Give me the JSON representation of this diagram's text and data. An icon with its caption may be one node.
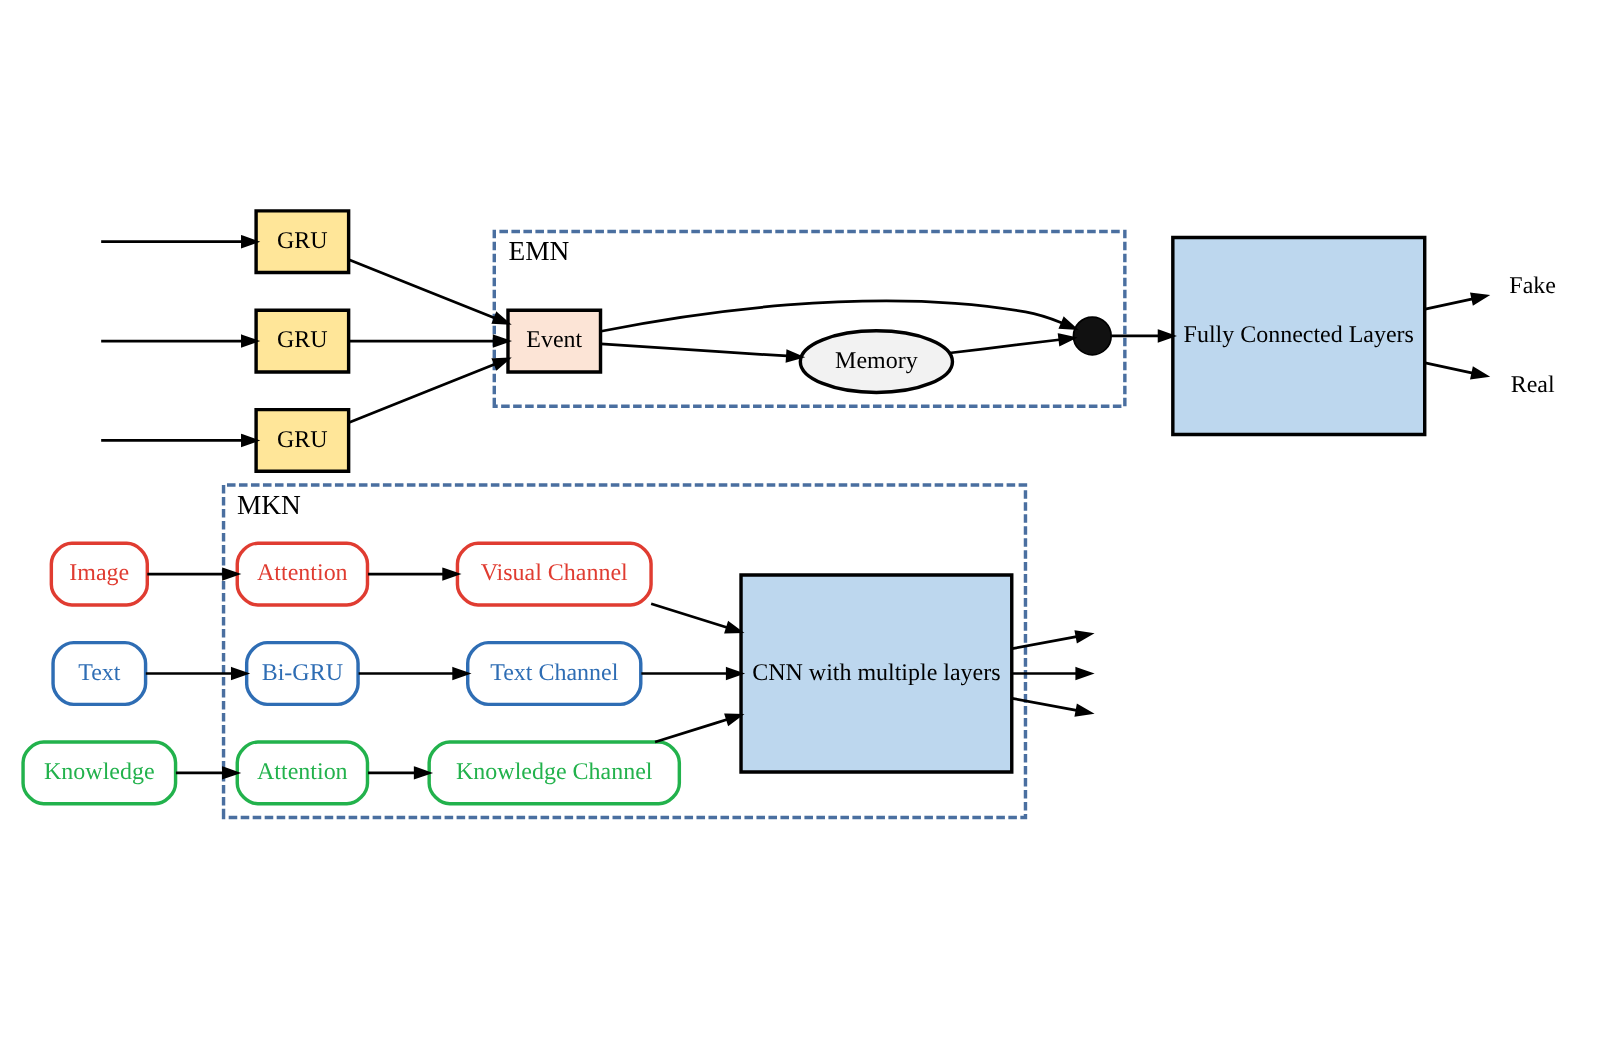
{
  "diagram": {
    "nodes": [
      {
        "text": [
          "MKN"
        ]
      },
      {
        "text": [
          "Image"
        ]
      },
      {
        "text": [
          "Text"
        ]
      },
      {
        "text": [
          "Knowledge"
        ]
      },
      {
        "text": [
          "Attention"
        ],
        "in": 0
      },
      {
        "text": [
          "Bi-GRU"
        ],
        "in": 0
      },
      {
        "text": [
          "Attention"
        ],
        "in": 0
      },
      {
        "text": [
          "Visual Channel"
        ],
        "in": 0
      },
      {
        "text": [
          "Text Channel"
        ],
        "in": 0
      },
      {
        "text": [
          "Knowledge Channel"
        ],
        "in": 0
      },
      {
        "text": [
          "CNN with multiple layers"
        ],
        "in": 0
      },
      {
        "text": [
          "Fake"
        ]
      },
      {
        "text": [
          "Real"
        ]
      },
      {
        "text": [
          "Fully Connected Layers"
        ]
      },
      {
        "text": [
          "EMN"
        ]
      },
      {
        "text": [
          "Memory"
        ],
        "in": 14
      },
      {
        "text": [],
        "shape": "circle",
        "in": 14
      },
      {
        "text": [
          "Event"
        ],
        "in": 14
      },
      {
        "text": [
          "GRU"
        ]
      },
      {
        "text": [
          "GRU"
        ]
      },
      {
        "text": [
          "GRU"
        ]
      }
    ],
    "edges": [
      {
        "from": 1,
        "to": 4,
        "arrow": "to"
      },
      {
        "from": 4,
        "to": 7,
        "arrow": "to"
      },
      {
        "from": 2,
        "to": 5,
        "arrow": "to"
      },
      {
        "from": 5,
        "to": 8,
        "arrow": "to"
      },
      {
        "from": 3,
        "to": 6,
        "arrow": "to"
      },
      {
        "from": 6,
        "to": 9,
        "arrow": "to"
      },
      {
        "from": 7,
        "to": 10,
        "arrow": "to"
      },
      {
        "from": 8,
        "to": 10,
        "arrow": "to"
      },
      {
        "from": 9,
        "to": 10,
        "arrow": "to"
      },
      {
        "from": 10,
        "to": null,
        "arrow": "to"
      },
      {
        "from": 10,
        "to": null,
        "arrow": "to"
      },
      {
        "from": 10,
        "to": null,
        "arrow": "to"
      },
      {
        "from": null,
        "to": 18,
        "arrow": "to"
      },
      {
        "from": null,
        "to": 19,
        "arrow": "to"
      },
      {
        "from": null,
        "to": 20,
        "arrow": "to"
      },
      {
        "from": 18,
        "to": 17,
        "arrow": "to"
      },
      {
        "from": 19,
        "to": 17,
        "arrow": "to"
      },
      {
        "from": 20,
        "to": 17,
        "arrow": "to"
      },
      {
        "from": 17,
        "to": 15,
        "arrow": "to"
      },
      {
        "from": 15,
        "to": 16,
        "arrow": "to"
      },
      {
        "from": 17,
        "to": 16,
        "arrow": "to"
      },
      {
        "from": 16,
        "to": 13,
        "arrow": "to"
      },
      {
        "from": 13,
        "to": 11,
        "arrow": "to"
      },
      {
        "from": 13,
        "to": 12,
        "arrow": "to"
      }
    ]
  }
}
